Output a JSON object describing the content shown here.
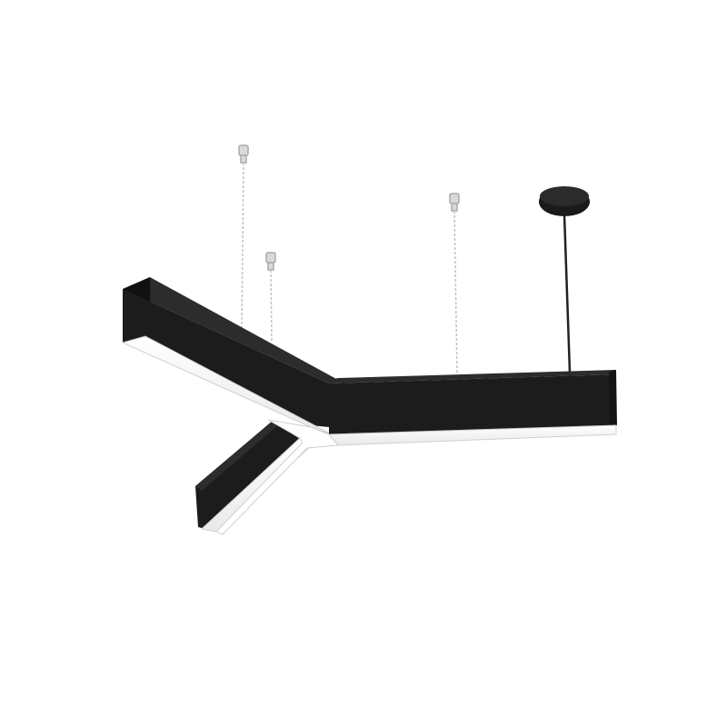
{
  "image": {
    "subject": "y-shaped-linear-pendant-light",
    "background_color": "#ffffff"
  },
  "fixture": {
    "body_color": "#1c1c1c",
    "body_shade_color": "#2a2a2a",
    "diffuser_color": "#ffffff",
    "diffuser_edge_color": "#cfcfcf",
    "arms": 3,
    "suspension_wires": 3,
    "power_cords": 1,
    "ceiling_canopies": 1,
    "wire_color": "#bdbdbd",
    "clip_color": "#d8d8d8"
  }
}
